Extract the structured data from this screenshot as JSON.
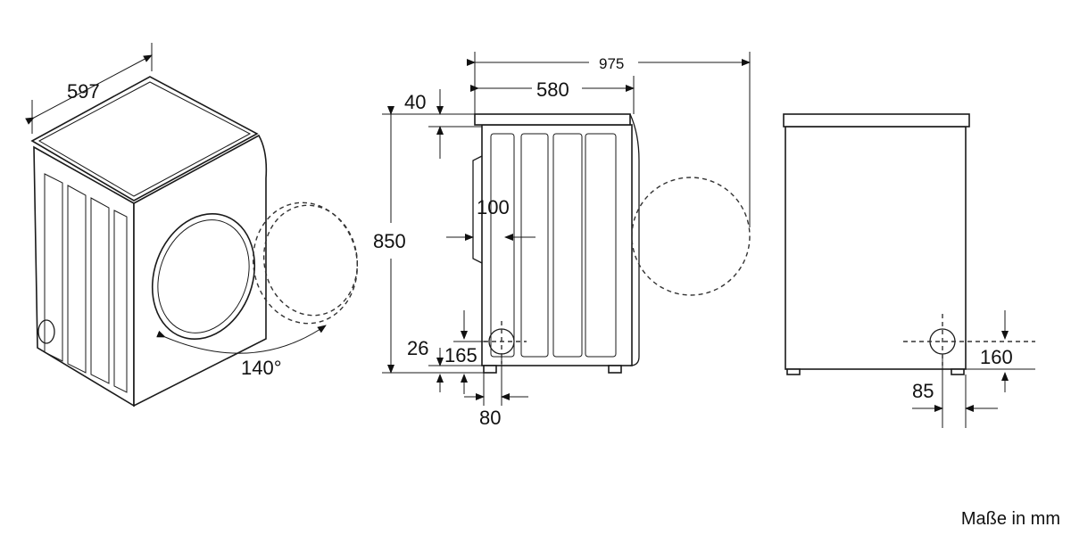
{
  "dimensions": {
    "width": "597",
    "door_angle": "140°",
    "total_depth_door_open": "975",
    "depth": "580",
    "top_offset": "40",
    "height": "850",
    "door_protrusion": "100",
    "feet_height": "26",
    "hose_height_side": "165",
    "hose_offset_side": "80",
    "hose_height_back": "160",
    "hose_offset_back": "85"
  },
  "units_note": "Maße in mm"
}
